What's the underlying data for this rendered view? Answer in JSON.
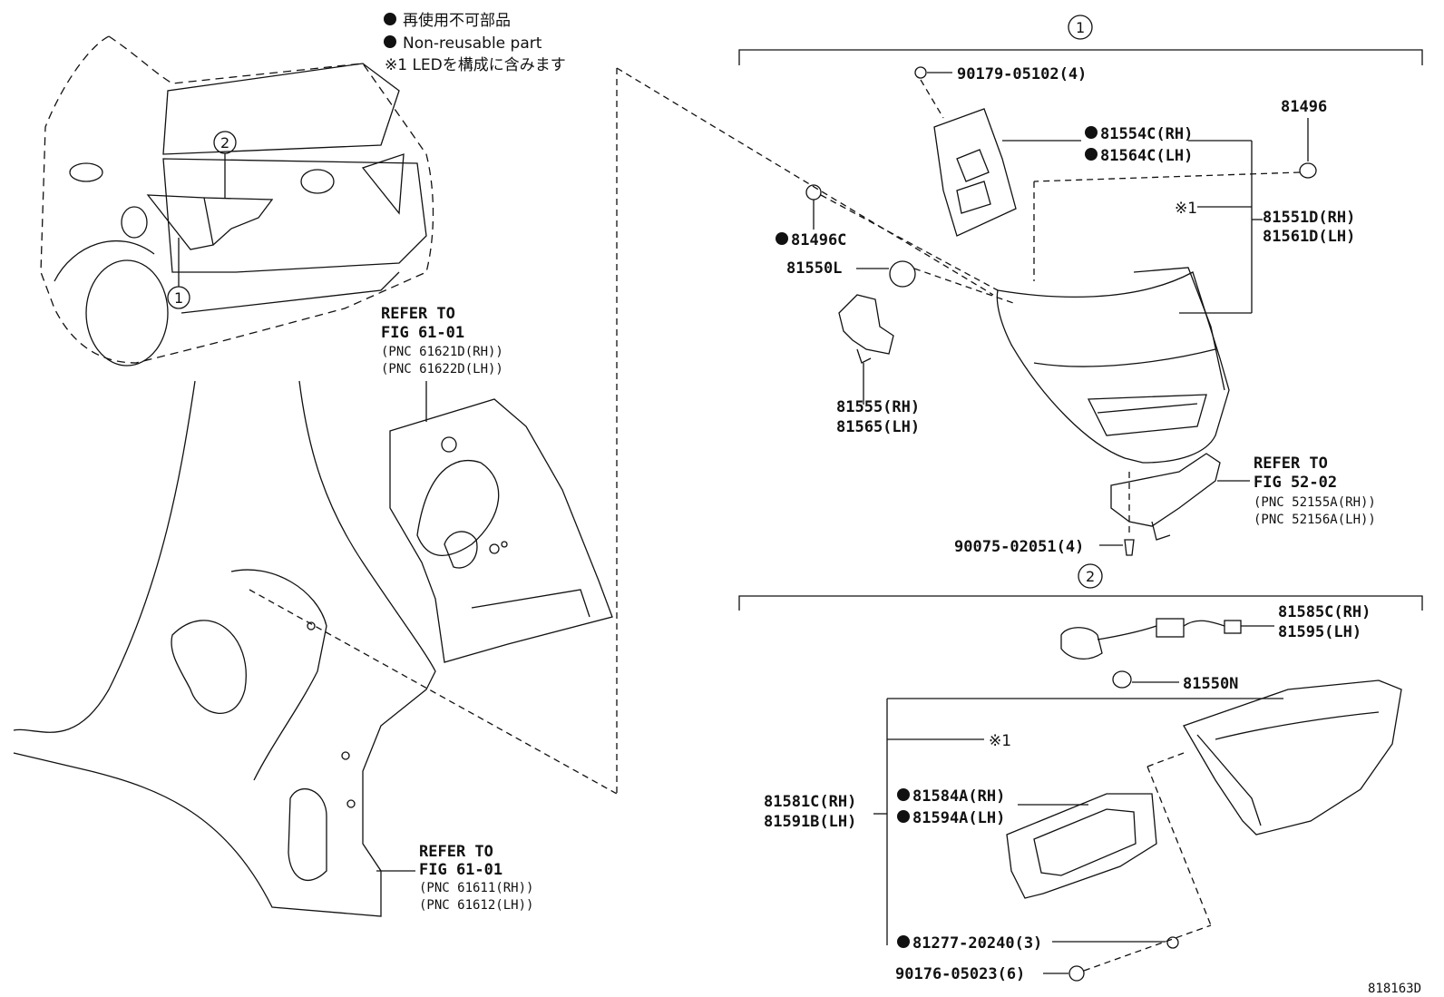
{
  "legend": {
    "line1": "再使用不可部品",
    "line2": "Non-reusable part",
    "line3": "※1 LEDを構成に含みます"
  },
  "callouts": {
    "c1": "1",
    "c2": "2"
  },
  "group1": {
    "p90179": "90179-05102(4)",
    "p81496": "81496",
    "p81554": "81554C(RH)",
    "p81564": "81564C(LH)",
    "note1": "※1",
    "p81551": "81551D(RH)",
    "p81561": "81561D(LH)",
    "p81496c": "81496C",
    "p81550l": "81550L",
    "p81555": "81555(RH)",
    "p81565": "81565(LH)",
    "refer_a": "REFER TO",
    "fig_a": "FIG 52-02",
    "pnc_a1": "(PNC 52155A(RH))",
    "pnc_a2": "(PNC 52156A(LH))",
    "p90075": "90075-02051(4)"
  },
  "group2": {
    "p81585": "81585C(RH)",
    "p81595": "81595(LH)",
    "p81550n": "81550N",
    "note1": "※1",
    "p81581": "81581C(RH)",
    "p81591": "81591B(LH)",
    "p81584": "81584A(RH)",
    "p81594": "81594A(LH)",
    "p81277": "81277-20240(3)",
    "p90176": "90176-05023(6)"
  },
  "left": {
    "refer_b": "REFER TO",
    "fig_b": "FIG 61-01",
    "pnc_b1": "(PNC 61621D(RH))",
    "pnc_b2": "(PNC 61622D(LH))",
    "refer_c": "REFER TO",
    "fig_c": "FIG 61-01",
    "pnc_c1": "(PNC 61611(RH))",
    "pnc_c2": "(PNC 61612(LH))"
  },
  "diagram_id": "818163D"
}
